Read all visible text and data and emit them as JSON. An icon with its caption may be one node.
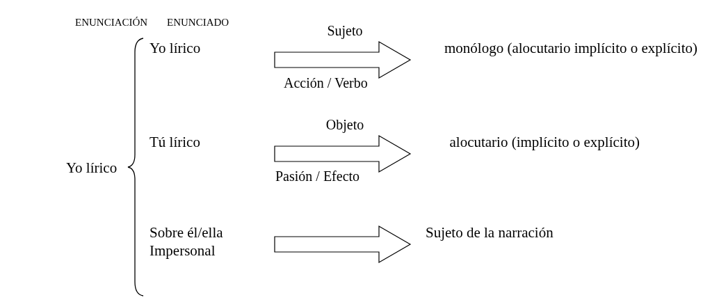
{
  "diagram": {
    "nodes": [
      {
        "text": [
          "Yo lírico"
        ]
      },
      {
        "text": [
          "Yo lírico"
        ]
      },
      {
        "text": [
          "monólogo (alocutario implícito o explícito)"
        ]
      },
      {
        "text": [
          "Tú lírico"
        ]
      },
      {
        "text": [
          "alocutario (implícito o explícito)"
        ]
      },
      {
        "text": [
          "Sobre él/ella Impersonal"
        ]
      },
      {
        "text": [
          "Sujeto de la narración"
        ]
      }
    ],
    "edges": [
      {
        "from": 1,
        "to": 2,
        "arrow": "to",
        "label": "Sujeto"
      },
      {
        "from": 3,
        "to": 4,
        "arrow": "to",
        "label": "Objeto"
      },
      {
        "from": 5,
        "to": 6,
        "arrow": "to"
      }
    ],
    "labels": [
      "ENUNCIACIÓN",
      "ENUNCIADO",
      "Acción / Verbo",
      "Pasión / Efecto"
    ]
  }
}
